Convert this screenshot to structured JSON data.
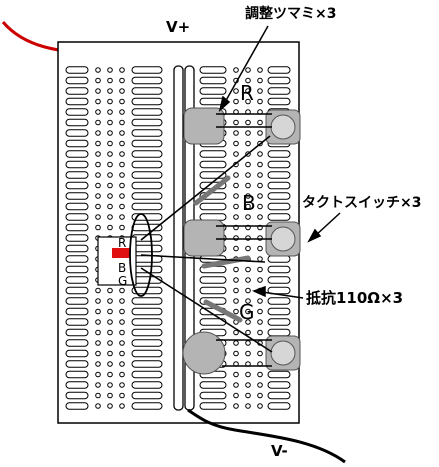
{
  "labels": {
    "v_plus": "V+",
    "v_minus": "V-",
    "knobs": "調整ツマミ×3",
    "switches": "タクトスイッチ×3",
    "resistors": "抵抗110Ω×3",
    "R": "R",
    "B": "B",
    "G": "G",
    "led_R": "R",
    "led_B": "B",
    "led_G": "G"
  },
  "colors": {
    "board": "#ffffff",
    "hole": "#000000",
    "wire_positive": "#cc0000",
    "wire_negative": "#000000",
    "component_fill": "#b4b4b4",
    "resistor_body": "#777777",
    "led_highlight": "#e01010"
  }
}
